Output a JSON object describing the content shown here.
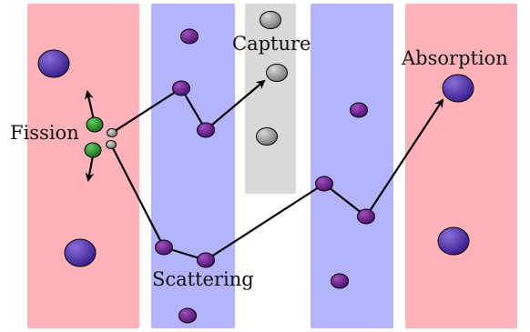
{
  "labels": {
    "fission": "Fission",
    "capture": "Capture",
    "absorption": "Absorption",
    "scattering": "Scattering"
  },
  "colors": {
    "fuel_band": "#ffb3b8",
    "moderator_band": "#b3b3ff",
    "absorber_band": "#d9d9d9",
    "large_nucleus": "#4a2aa0",
    "small_nucleus": "#6a1f8a",
    "gray_nucleus": "#9a9a9a",
    "fission_fragment": "#2a8a2a",
    "neutron_path": "#000000"
  },
  "icons": {
    "arrowhead": "neutron-direction-arrow"
  }
}
